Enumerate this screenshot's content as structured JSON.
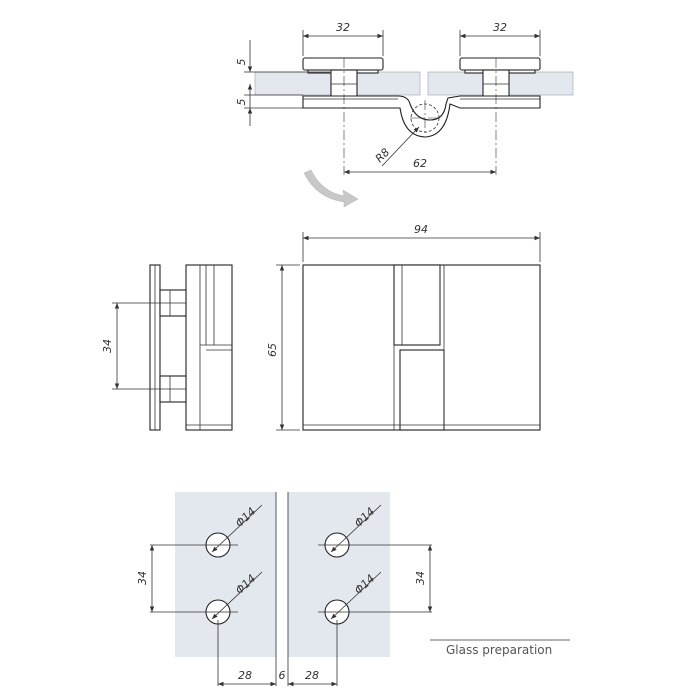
{
  "colors": {
    "line": "#222222",
    "glass": "#e3e7ee",
    "arrow": "#c8c8c8",
    "caption": "#555555"
  },
  "top_view": {
    "dim_left_width": "32",
    "dim_right_width": "32",
    "dim_upper_thickness": "5",
    "dim_lower_thickness": "5",
    "dim_radius": "R8",
    "dim_pivot_distance": "62"
  },
  "side_view": {
    "dim_hole_spacing": "34"
  },
  "front_view": {
    "dim_width": "94",
    "dim_height": "65"
  },
  "glass_preparation": {
    "caption": "Glass preparation",
    "hole_diameter": "Φ14",
    "dim_left_spacing": "34",
    "dim_right_spacing": "34",
    "dim_left_offset": "28",
    "dim_gap": "6",
    "dim_right_offset": "28"
  }
}
